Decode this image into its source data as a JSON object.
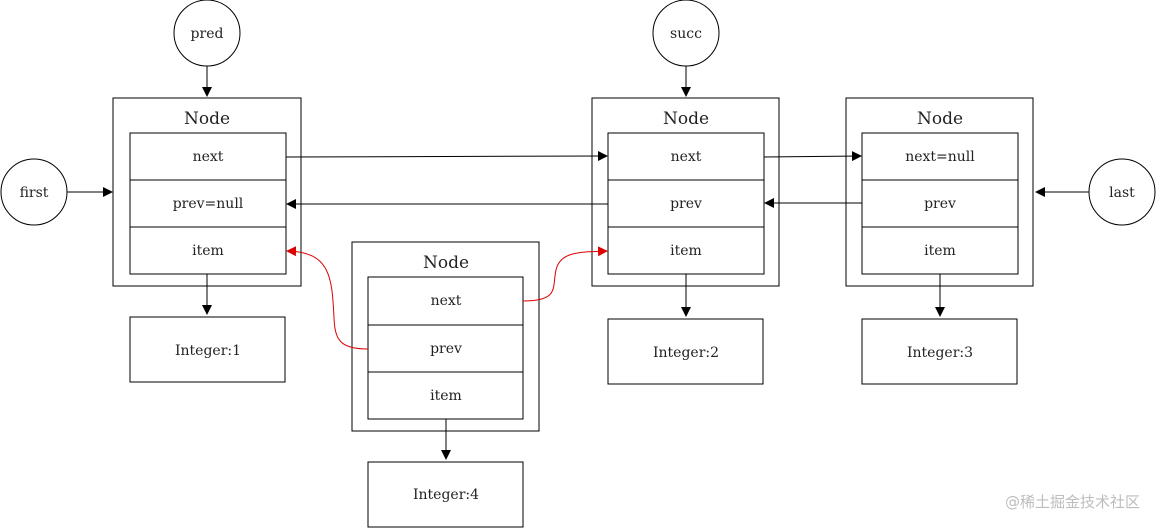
{
  "pointers": {
    "pred": "pred",
    "succ": "succ",
    "first": "first",
    "last": "last"
  },
  "nodes": [
    {
      "title": "Node",
      "fields": [
        "next",
        "prev=null",
        "item"
      ],
      "value": "Integer:1"
    },
    {
      "title": "Node",
      "fields": [
        "next",
        "prev",
        "item"
      ],
      "value": "Integer:2"
    },
    {
      "title": "Node",
      "fields": [
        "next=null",
        "prev",
        "item"
      ],
      "value": "Integer:3"
    },
    {
      "title": "Node",
      "fields": [
        "next",
        "prev",
        "item"
      ],
      "value": "Integer:4"
    }
  ],
  "colors": {
    "line": "#000000",
    "highlight": "#dd0000"
  },
  "watermark": "@稀土掘金技术社区"
}
